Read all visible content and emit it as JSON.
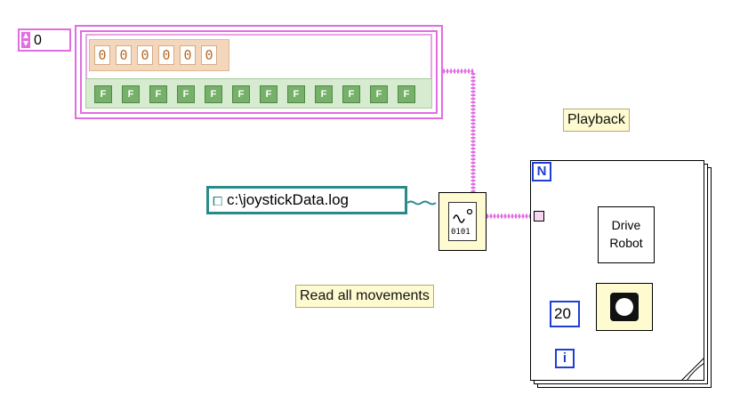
{
  "index_control": {
    "value": "0"
  },
  "numeric_array": {
    "values": [
      "0",
      "0",
      "0",
      "0",
      "0",
      "0"
    ]
  },
  "boolean_array": {
    "values": [
      "F",
      "F",
      "F",
      "F",
      "F",
      "F",
      "F",
      "F",
      "F",
      "F",
      "F",
      "F"
    ]
  },
  "path_constant": {
    "value": "c:\\joystickData.log",
    "icon": "path-icon"
  },
  "read_node": {
    "icon": "binary-file-read-icon",
    "text": "0101"
  },
  "labels": {
    "playback": "Playback",
    "read_all": "Read all movements"
  },
  "for_loop": {
    "n_terminal": "N",
    "i_terminal": "i",
    "drive_robot": {
      "line1": "Drive",
      "line2": "Robot"
    },
    "wait_constant": "20",
    "wait_icon": "wait-ms-icon"
  },
  "colors": {
    "cluster_wire": "#e26de2",
    "path_wire": "#2a8a8a",
    "numeric": "#b66a25",
    "boolean": "#77b06a",
    "loop_terminal": "#1f3ed6",
    "label_bg": "#fffbd0"
  }
}
